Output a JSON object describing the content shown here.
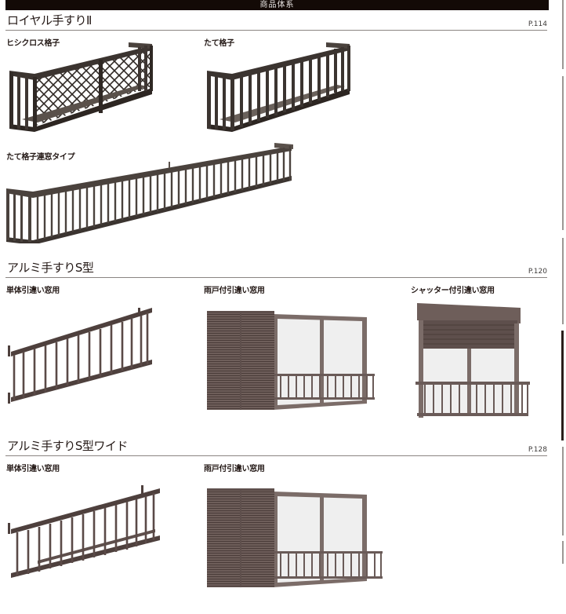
{
  "header": {
    "title": "商品体系"
  },
  "sections": [
    {
      "title": "ロイヤル手すりⅡ",
      "page_ref": "P.114",
      "products": [
        {
          "label": "ヒシクロス格子",
          "image": "lattice-cross-railing"
        },
        {
          "label": "たて格子",
          "image": "vertical-lattice-railing"
        },
        {
          "label": "たて格子連窓タイプ",
          "image": "vertical-lattice-long-railing"
        }
      ]
    },
    {
      "title": "アルミ手すりS型",
      "page_ref": "P.120",
      "products": [
        {
          "label": "単体引違い窓用",
          "image": "single-sliding-window-railing"
        },
        {
          "label": "雨戸付引違い窓用",
          "image": "storm-shutter-window-railing"
        },
        {
          "label": "シャッター付引違い窓用",
          "image": "roller-shutter-window-railing"
        }
      ]
    },
    {
      "title": "アルミ手すりS型ワイド",
      "page_ref": "P.128",
      "products": [
        {
          "label": "単体引違い窓用",
          "image": "single-sliding-window-wide-railing"
        },
        {
          "label": "雨戸付引違い窓用",
          "image": "storm-shutter-window-wide-railing"
        }
      ]
    }
  ],
  "colors": {
    "header_bg": "#130a06",
    "royal_frame": "#3b3430",
    "aluminum_frame": "#5e4f4c",
    "glass": "#eeeeee",
    "rule": "#8a8582"
  }
}
